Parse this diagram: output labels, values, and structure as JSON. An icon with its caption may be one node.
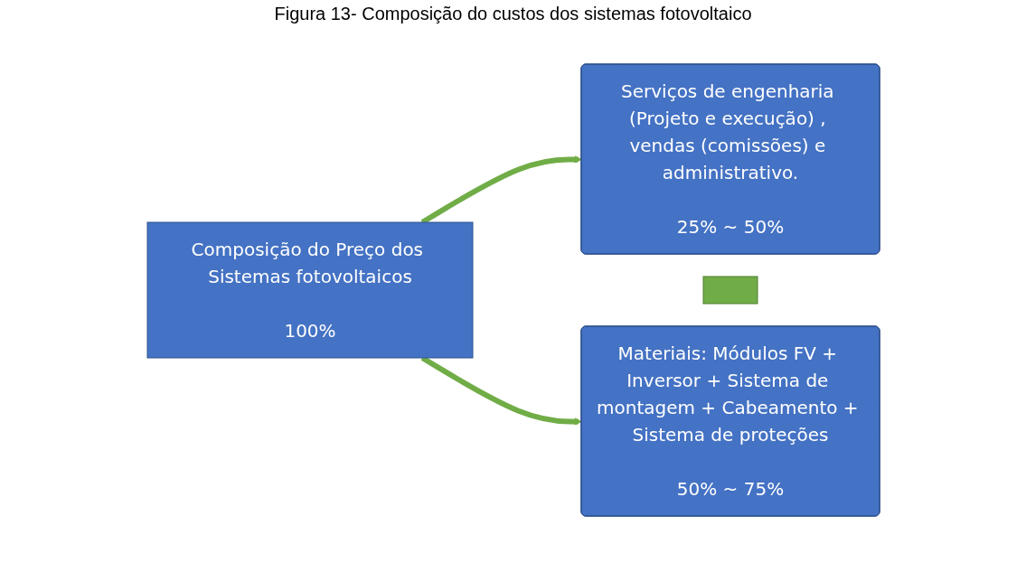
{
  "diagram": {
    "title": "Figura 13- Composição do custos dos sistemas fotovoltaico",
    "nodes": [
      {
        "text": [
          "Composição do Preço dos Sistemas fotovoltaicos",
          "100%"
        ]
      },
      {
        "text": [
          "Serviços de engenharia (Projeto e execução) , vendas (comissões) e administrativo.",
          "25% ~ 50%"
        ]
      },
      {
        "text": [],
        "shape": "plus"
      },
      {
        "text": [
          "Materiais: Módulos FV + Inversor + Sistema de montagem + Cabeamento + Sistema de proteções",
          "50% ~ 75%"
        ]
      }
    ],
    "edges": [
      {
        "from": 0,
        "to": 1,
        "arrow": "to",
        "color": "#70ad47"
      },
      {
        "from": 0,
        "to": 3,
        "arrow": "to",
        "color": "#70ad47"
      }
    ]
  }
}
